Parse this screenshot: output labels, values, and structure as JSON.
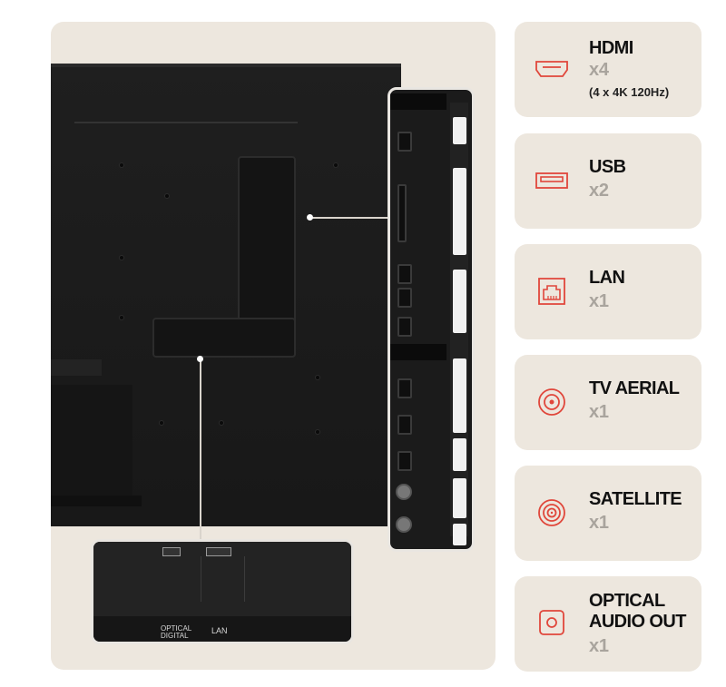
{
  "accent_color": "#e0473b",
  "connectivity": [
    {
      "icon": "hdmi-port-icon",
      "title": "HDMI",
      "count": "x4",
      "note": "(4 x 4K 120Hz)"
    },
    {
      "icon": "usb-port-icon",
      "title": "USB",
      "count": "x2"
    },
    {
      "icon": "lan-port-icon",
      "title": "LAN",
      "count": "x1"
    },
    {
      "icon": "tv-aerial-icon",
      "title": "TV AERIAL",
      "count": "x1"
    },
    {
      "icon": "satellite-icon",
      "title": "SATELLITE",
      "count": "x1"
    },
    {
      "icon": "optical-audio-icon",
      "title": "OPTICAL\nAUDIO OUT",
      "count": "x1"
    }
  ],
  "photo": {
    "zoom_bottom_labels": {
      "optical": "OPTICAL DIGITAL",
      "lan": "LAN"
    }
  }
}
